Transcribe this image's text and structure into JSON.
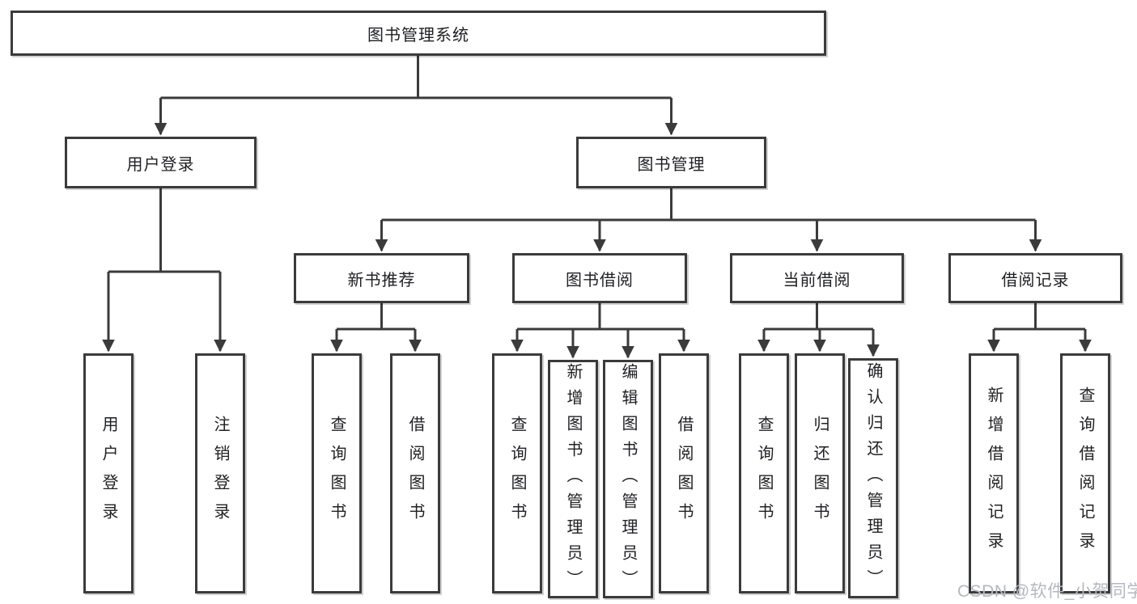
{
  "style": {
    "line_color": "#3b3b3b",
    "text_color": "#202124",
    "box_background": "#ffffff",
    "page_background": "#ffffff",
    "watermark_color": "#b3b9c0"
  },
  "watermark": {
    "text": "CSDN @软件_小贺同学"
  },
  "tree": {
    "root": {
      "label": "图书管理系统"
    },
    "branches": [
      {
        "label": "用户登录",
        "children": [
          {
            "label": "用户登录"
          },
          {
            "label": "注销登录"
          }
        ]
      },
      {
        "label": "图书管理",
        "children": [
          {
            "label": "新书推荐",
            "children": [
              {
                "label": "查询图书"
              },
              {
                "label": "借阅图书"
              }
            ]
          },
          {
            "label": "图书借阅",
            "children": [
              {
                "label": "查询图书"
              },
              {
                "label": "新增图书（管理员）"
              },
              {
                "label": "编辑图书（管理员）"
              },
              {
                "label": "借阅图书"
              }
            ]
          },
          {
            "label": "当前借阅",
            "children": [
              {
                "label": "查询图书"
              },
              {
                "label": "归还图书"
              },
              {
                "label": "确认归还（管理员）"
              }
            ]
          },
          {
            "label": "借阅记录",
            "children": [
              {
                "label": "新增借阅记录"
              },
              {
                "label": "查询借阅记录"
              }
            ]
          }
        ]
      }
    ]
  }
}
